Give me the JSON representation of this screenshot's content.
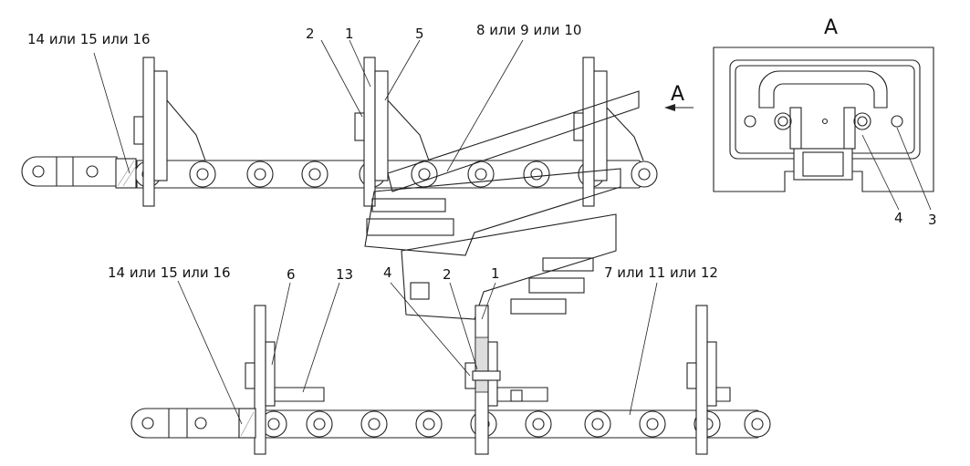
{
  "labels": {
    "top_14_15_16": "14 или 15 или 16",
    "top_2": "2",
    "top_1": "1",
    "top_5": "5",
    "top_8_9_10": "8 или 9 или 10",
    "section_arrow": "A",
    "view_title": "A",
    "view_4": "4",
    "view_3": "3",
    "bot_14_15_16": "14 или 15 или 16",
    "bot_6": "6",
    "bot_13": "13",
    "bot_4": "4",
    "bot_2": "2",
    "bot_1": "1",
    "bot_7_11_12": "7 или 11 или 12"
  }
}
